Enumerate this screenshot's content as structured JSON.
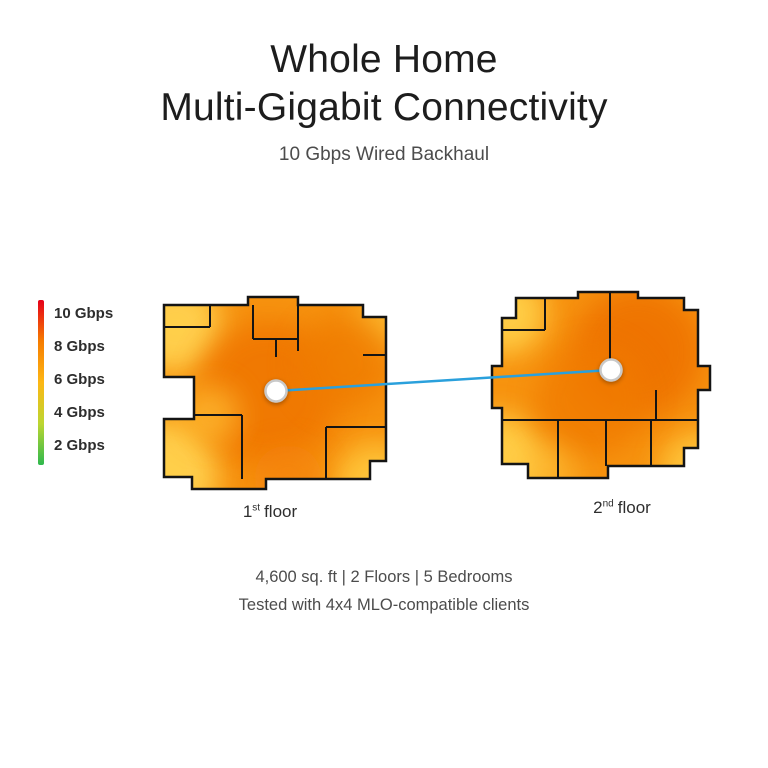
{
  "header": {
    "title_line1": "Whole Home",
    "title_line2": "Multi-Gigabit Connectivity",
    "subtitle": "10 Gbps Wired Backhaul"
  },
  "legend": {
    "items": [
      {
        "label": "10 Gbps",
        "color": "#e50019"
      },
      {
        "label": "8 Gbps",
        "color": "#f67c00"
      },
      {
        "label": "6 Gbps",
        "color": "#fdb714"
      },
      {
        "label": "4 Gbps",
        "color": "#bcd631"
      },
      {
        "label": "2 Gbps",
        "color": "#2eb84d"
      }
    ]
  },
  "floors": [
    {
      "number": "1",
      "suffix": "st",
      "word": "floor"
    },
    {
      "number": "2",
      "suffix": "nd",
      "word": "floor"
    }
  ],
  "footer": {
    "line1": "4,600 sq. ft | 2 Floors | 5 Bedrooms",
    "line2": "Tested with 4x4 MLO-compatible clients"
  },
  "colors": {
    "backhaul_link": "#2aa0dc",
    "node_fill": "#ffffff",
    "node_stroke": "#c9c9c9",
    "heat_base": "#f7930f"
  }
}
